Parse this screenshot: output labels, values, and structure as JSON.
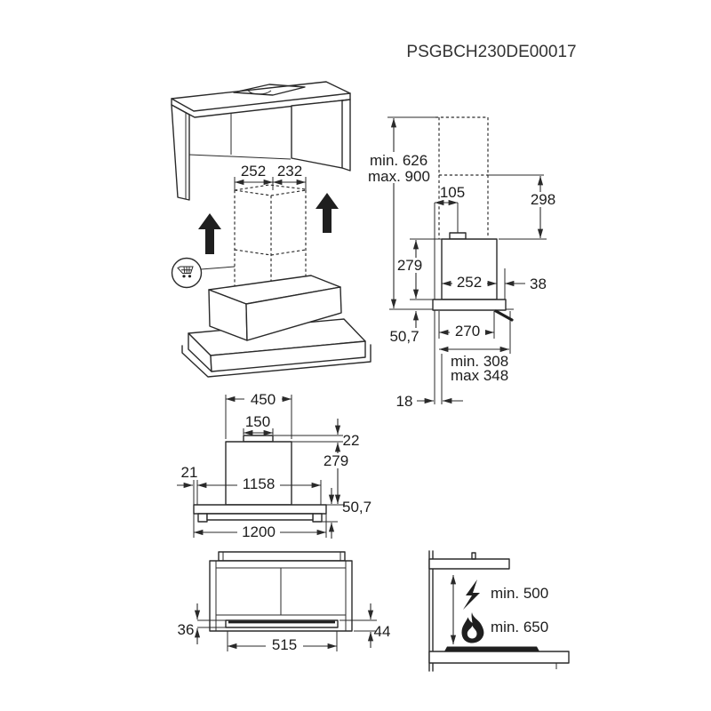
{
  "title": "PSGBCH230DE00017",
  "colors": {
    "line": "#2a2a2a",
    "text": "#1c1c1c",
    "background": "#ffffff",
    "fill_black": "#1f1f1f"
  },
  "icons": {
    "cart": "shopping-cart",
    "electric": "lightning-bolt",
    "gas": "flame",
    "insert_direction": "arrow-up"
  },
  "iso": {
    "cutout_width": "252",
    "cutout_depth": "232"
  },
  "side": {
    "install_min": "min. 626",
    "install_max": "max. 900",
    "duct_offset": "105",
    "chimney_height": "298",
    "body_height": "279",
    "body_depth": "252",
    "front_edge": "38",
    "visor_height": "50,7",
    "bottom_depth": "270",
    "total_depth_min": "min. 308",
    "total_depth_max": "max 348",
    "wall_gap": "18"
  },
  "front": {
    "housing_width": "450",
    "duct_width": "150",
    "duct_height": "22",
    "housing_height": "279",
    "side_offset": "21",
    "inner_width": "1158",
    "visor_height": "50,7",
    "total_width": "1200"
  },
  "bottom": {
    "bar_height": "36",
    "filter_width": "515",
    "edge_height": "44"
  },
  "clearance": {
    "electric": "min. 500",
    "gas": "min. 650"
  }
}
